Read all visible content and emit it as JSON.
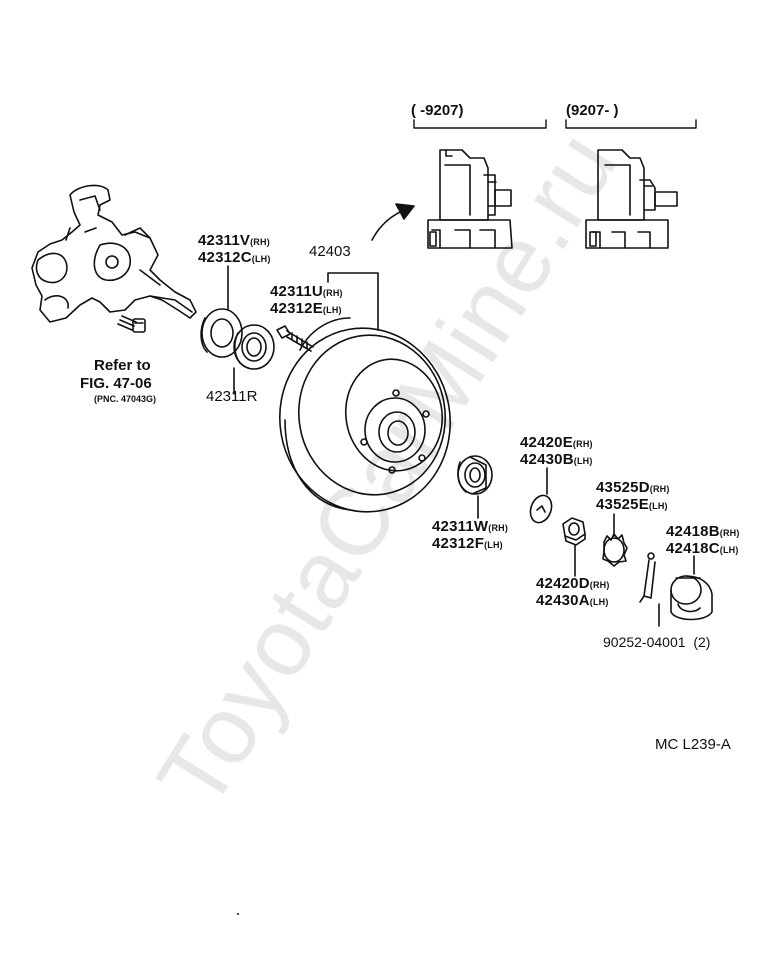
{
  "watermark": "ToyotaCarMine.ru",
  "date_ranges": {
    "left": "(      -9207)",
    "right": "(9207-      )"
  },
  "parts": {
    "p42311V": {
      "code": "42311V",
      "suffix": "(RH)"
    },
    "p42312C": {
      "code": "42312C",
      "suffix": "(LH)"
    },
    "p42403": {
      "code": "42403"
    },
    "p42311U": {
      "code": "42311U",
      "suffix": "(RH)"
    },
    "p42312E": {
      "code": "42312E",
      "suffix": "(LH)"
    },
    "p42311R": {
      "code": "42311R"
    },
    "p42420E": {
      "code": "42420E",
      "suffix": "(RH)"
    },
    "p42430B": {
      "code": "42430B",
      "suffix": "(LH)"
    },
    "p43525D": {
      "code": "43525D",
      "suffix": "(RH)"
    },
    "p43525E": {
      "code": "43525E",
      "suffix": "(LH)"
    },
    "p42311W": {
      "code": "42311W",
      "suffix": "(RH)"
    },
    "p42312F": {
      "code": "42312F",
      "suffix": "(LH)"
    },
    "p42418B": {
      "code": "42418B",
      "suffix": "(RH)"
    },
    "p42418C": {
      "code": "42418C",
      "suffix": "(LH)"
    },
    "p42420D": {
      "code": "42420D",
      "suffix": "(RH)"
    },
    "p42430A": {
      "code": "42430A",
      "suffix": "(LH)"
    },
    "p90252": {
      "code": "90252-04001",
      "qty": "(2)"
    }
  },
  "reference": {
    "line1": "Refer to",
    "line2": "FIG. 47-06",
    "line3": "(PNC. 47043G)"
  },
  "figure_code": "MC L239-A"
}
